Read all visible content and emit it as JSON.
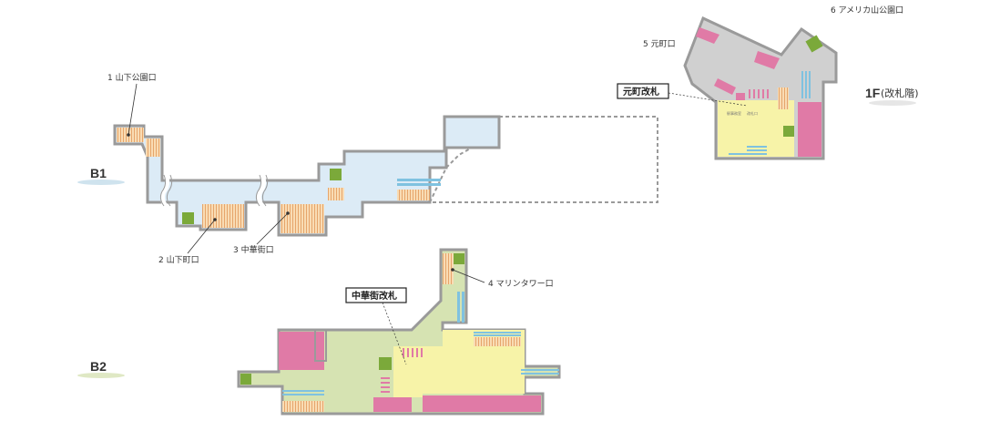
{
  "floors": [
    {
      "id": "b1",
      "label": "B1",
      "oval_color": "#cfe3ee"
    },
    {
      "id": "b2",
      "label": "B2",
      "oval_color": "#dfe8c4"
    },
    {
      "id": "f1",
      "label": "1F",
      "sub": "(改札階)",
      "oval_color": "#e6e6e6"
    }
  ],
  "exits": {
    "exit1": "1 山下公園口",
    "exit2": "2 山下町口",
    "exit3": "3 中華街口",
    "exit4": "4 マリンタワー口",
    "exit5": "5 元町口",
    "exit6": "6 アメリカ山公園口"
  },
  "gates": {
    "chukagai": "中華街改札",
    "motomachi": "元町改札"
  },
  "small_labels": {
    "a": "駅事務室",
    "b": "改札口"
  },
  "colors": {
    "b1_fill": "#dcebf6",
    "b2_fill": "#d6e3b2",
    "concourse_yellow": "#f7f3a8",
    "stairs": "#f9dcb4",
    "elevator": "#7ba93a",
    "shop": "#e07aa6",
    "escalator": "#7fc2e0",
    "f1_grey": "#d0d0d0",
    "outline": "#9a9a9a"
  }
}
